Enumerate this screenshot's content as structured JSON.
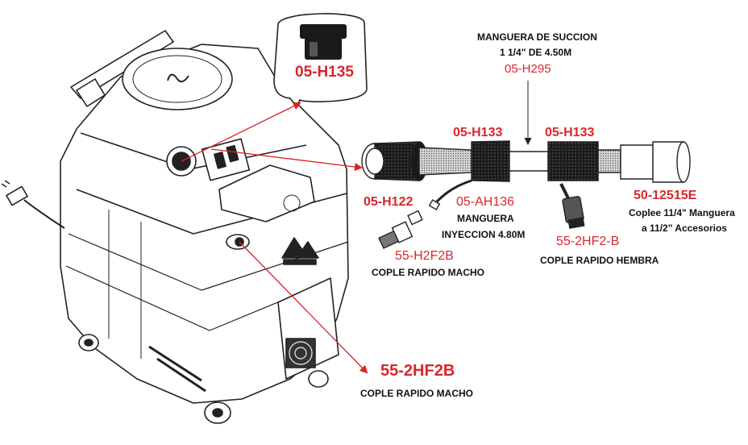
{
  "colors": {
    "accent": "#d9262b",
    "line": "#222222",
    "arrow": "#e02020"
  },
  "parts": {
    "h135": {
      "code": "05-H135"
    },
    "h295": {
      "line1": "MANGUERA DE SUCCION",
      "line2": "1 1/4\" DE 4.50M",
      "code": "05-H295"
    },
    "h133a": {
      "code": "05-H133"
    },
    "h133b": {
      "code": "05-H133"
    },
    "h122": {
      "code": "05-H122"
    },
    "ah136": {
      "code": "05-AH136",
      "line1": "MANGUERA",
      "line2": "INYECCION 4.80M"
    },
    "e12515": {
      "code": "50-12515E",
      "line1": "Coplee 11/4\" Manguera",
      "line2": "a 11/2\" Accesorios"
    },
    "hf2b_female": {
      "code": "55-2HF2-B",
      "desc": "COPLE RAPIDO HEMBRA"
    },
    "h2f2b": {
      "code": "55-H2F2B",
      "desc": "COPLE RAPIDO MACHO"
    },
    "hf2b_male": {
      "code": "55-2HF2B",
      "desc": "COPLE RAPIDO MACHO"
    }
  }
}
